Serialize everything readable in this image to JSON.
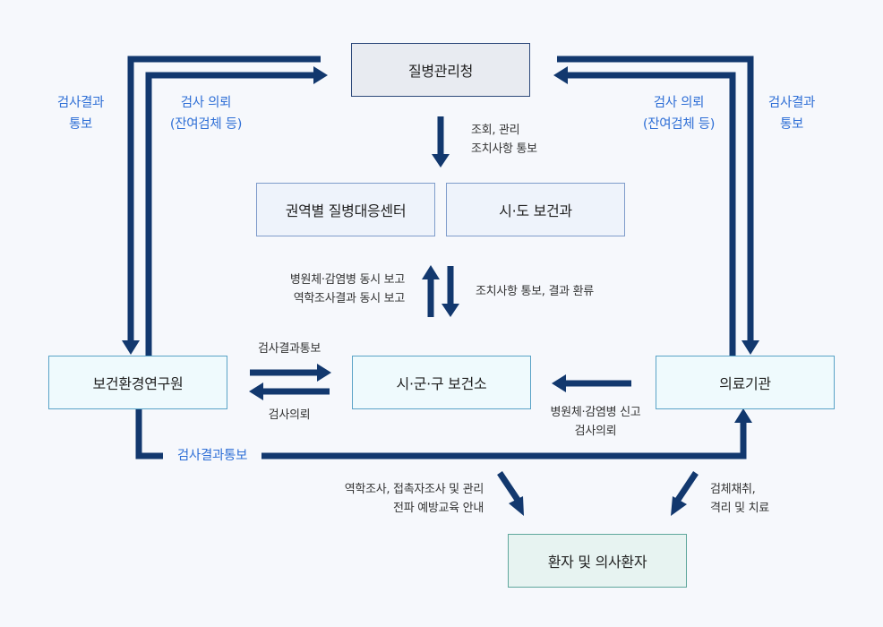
{
  "colors": {
    "arrow": "#12386e",
    "accent": "#2f6fd6",
    "background": "#f6f8fc"
  },
  "nodes": {
    "kdca": "질병관리청",
    "regional_center": "권역별 질병대응센터",
    "provincial_health": "시·도 보건과",
    "research_institute": "보건환경연구원",
    "local_health_center": "시·군·구 보건소",
    "medical_institution": "의료기관",
    "patients": "환자 및 의사환자"
  },
  "labels": {
    "left_outer_report": [
      "검사결과",
      "통보"
    ],
    "left_inner_request": [
      "검사 의뢰",
      "(잔여검체 등)"
    ],
    "right_inner_request": [
      "검사 의뢰",
      "(잔여검체 등)"
    ],
    "right_outer_report": [
      "검사결과",
      "통보"
    ],
    "kdca_down": [
      "조회, 관리",
      "조치사항 통보"
    ],
    "up_report": [
      "병원체·감염병 동시 보고",
      "역학조사결과 동시 보고"
    ],
    "down_notice": "조치사항 통보, 결과 환류",
    "to_center_report": "검사결과통보",
    "from_center_request": "검사의뢰",
    "hospital_report": [
      "병원체·감염병 신고",
      "검사의뢰"
    ],
    "bottom_report": "검사결과통보",
    "health_to_patient": [
      "역학조사, 접촉자조사 및 관리",
      "전파 예방교육 안내"
    ],
    "hospital_to_patient": [
      "검체채취,",
      "격리 및 치료"
    ]
  }
}
